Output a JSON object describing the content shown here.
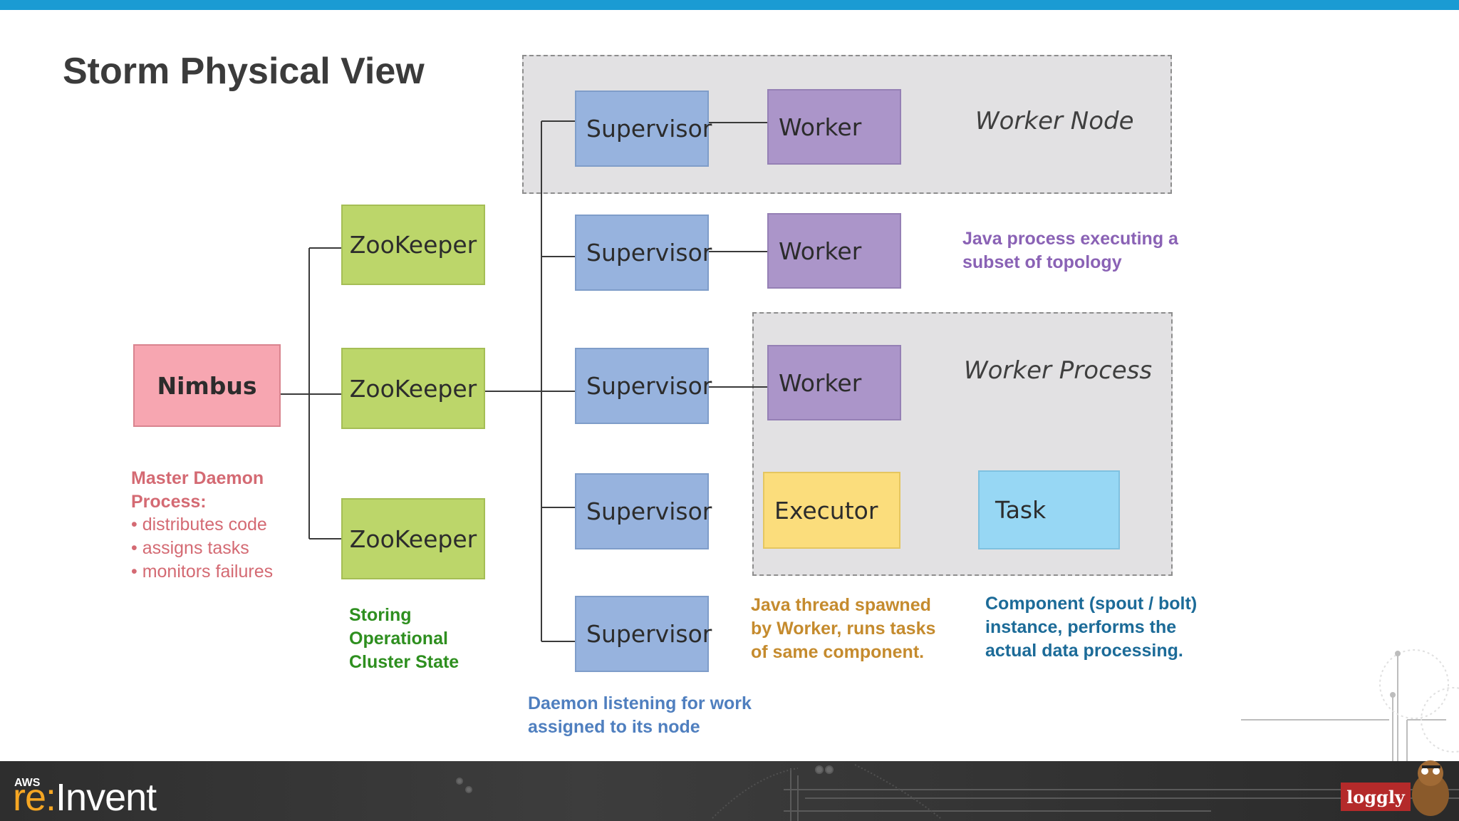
{
  "slide": {
    "title": "Storm Physical View"
  },
  "nodes": {
    "nimbus": "Nimbus",
    "zookeeper": [
      "ZooKeeper",
      "ZooKeeper",
      "ZooKeeper"
    ],
    "supervisor": [
      "Supervisor",
      "Supervisor",
      "Supervisor",
      "Supervisor",
      "Supervisor"
    ],
    "worker": [
      "Worker",
      "Worker",
      "Worker"
    ],
    "executor": "Executor",
    "task": "Task"
  },
  "regions": {
    "worker_node": "Worker Node",
    "worker_process": "Worker Process"
  },
  "notes": {
    "nimbus_heading": "Master Daemon\nProcess:",
    "nimbus_bullets": [
      "• distributes code",
      "• assigns tasks",
      "• monitors failures"
    ],
    "zookeeper": "Storing\nOperational\nCluster State",
    "supervisor": "Daemon listening for work\nassigned to its node",
    "worker": "Java process executing a\nsubset of topology",
    "executor": "Java thread spawned\nby Worker, runs tasks\nof same component.",
    "task": "Component (spout / bolt)\ninstance, performs the\nactual data processing."
  },
  "colors": {
    "nimbus_note": "#d46a73",
    "zookeeper_note": "#2e8f1f",
    "supervisor_note": "#4f7fbf",
    "worker_note": "#8a62b5",
    "executor_note": "#c58b2e",
    "task_note": "#1c6b98",
    "accent_bar": "#1a9bd3"
  },
  "footer": {
    "aws": "AWS",
    "re": "re:",
    "invent": "Invent",
    "sponsor": "loggly"
  }
}
